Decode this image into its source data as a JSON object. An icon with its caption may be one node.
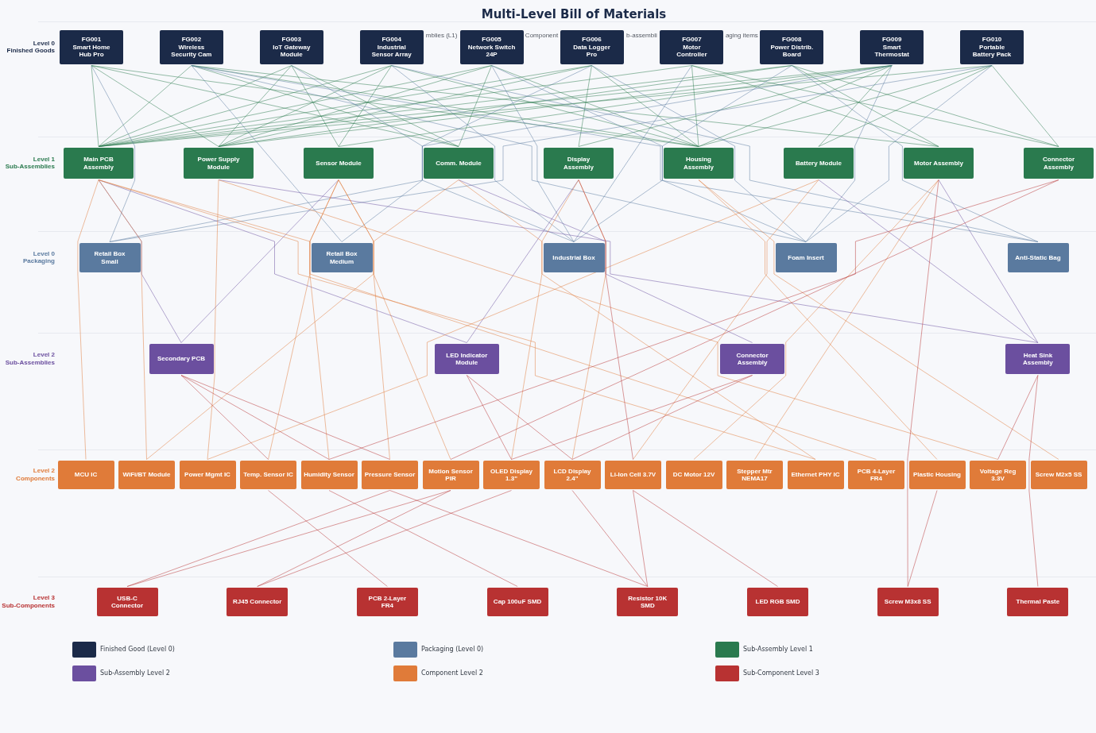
{
  "diagram": {
    "title": "Multi-Level Bill of Materials",
    "nodes": [
      {
        "text": [
          "FG001",
          "Smart Home Hub Pro"
        ]
      },
      {
        "text": [
          "FG002",
          "Wireless Security Cam"
        ]
      },
      {
        "text": [
          "FG003",
          "IoT Gateway Module"
        ]
      },
      {
        "text": [
          "FG004",
          "Industrial Sensor Array"
        ]
      },
      {
        "text": [
          "FG005",
          "Network Switch 24P"
        ]
      },
      {
        "text": [
          "FG006",
          "Data Logger Pro"
        ]
      },
      {
        "text": [
          "FG007",
          "Motor Controller"
        ]
      },
      {
        "text": [
          "FG008",
          "Power Distrib. Board"
        ]
      },
      {
        "text": [
          "FG009",
          "Smart Thermostat"
        ]
      },
      {
        "text": [
          "FG010",
          "Portable Battery Pack"
        ]
      },
      {
        "text": [
          "Main PCB Assembly"
        ]
      },
      {
        "text": [
          "Power Supply Module"
        ]
      },
      {
        "text": [
          "Sensor Module"
        ]
      },
      {
        "text": [
          "Comm. Module"
        ]
      },
      {
        "text": [
          "Display Assembly"
        ]
      },
      {
        "text": [
          "Housing Assembly"
        ]
      },
      {
        "text": [
          "Battery Module"
        ]
      },
      {
        "text": [
          "Motor Assembly"
        ]
      },
      {
        "text": [
          "Connector Assembly"
        ]
      },
      {
        "text": [
          "Retail Box Small"
        ]
      },
      {
        "text": [
          "Retail Box Medium"
        ]
      },
      {
        "text": [
          "Industrial Box"
        ]
      },
      {
        "text": [
          "Foam Insert"
        ]
      },
      {
        "text": [
          "Anti-Static Bag"
        ]
      },
      {
        "text": [
          "Secondary PCB"
        ]
      },
      {
        "text": [
          "LED Indicator Module"
        ]
      },
      {
        "text": [
          "Connector Assembly"
        ]
      },
      {
        "text": [
          "Heat Sink Assembly"
        ]
      },
      {
        "text": [
          "MCU IC"
        ]
      },
      {
        "text": [
          "WiFi/BT Module"
        ]
      },
      {
        "text": [
          "Power Mgmt IC"
        ]
      },
      {
        "text": [
          "Temp. Sensor IC"
        ]
      },
      {
        "text": [
          "Humidity Sensor"
        ]
      },
      {
        "text": [
          "Pressure Sensor"
        ]
      },
      {
        "text": [
          "Motion Sensor PIR"
        ]
      },
      {
        "text": [
          "OLED Display 1.3\""
        ]
      },
      {
        "text": [
          "LCD Display 2.4\""
        ]
      },
      {
        "text": [
          "Li-Ion Cell 3.7V"
        ]
      },
      {
        "text": [
          "DC Motor 12V"
        ]
      },
      {
        "text": [
          "Stepper Mtr NEMA17"
        ]
      },
      {
        "text": [
          "Ethernet PHY IC"
        ]
      },
      {
        "text": [
          "PCB 4-Layer FR4"
        ]
      },
      {
        "text": [
          "Plastic Housing"
        ]
      },
      {
        "text": [
          "Voltage Reg 3.3V"
        ]
      },
      {
        "text": [
          "Screw M2x5 SS"
        ]
      },
      {
        "text": [
          "USB-C Connector"
        ]
      },
      {
        "text": [
          "RJ45 Connector"
        ]
      },
      {
        "text": [
          "PCB 2-Layer FR4"
        ]
      },
      {
        "text": [
          "Cap 100uF SMD"
        ]
      },
      {
        "text": [
          "Resistor 10K SMD"
        ]
      },
      {
        "text": [
          "LED RGB SMD"
        ]
      },
      {
        "text": [
          "Screw M3x8 SS"
        ]
      },
      {
        "text": [
          "Thermal Paste"
        ]
      }
    ],
    "edges": [
      {
        "from": 0,
        "to": 10,
        "arrow": "none"
      },
      {
        "from": 0,
        "to": 11,
        "arrow": "none"
      },
      {
        "from": 0,
        "to": 13,
        "arrow": "none"
      },
      {
        "from": 0,
        "to": 15,
        "arrow": "none"
      },
      {
        "from": 1,
        "to": 10,
        "arrow": "none"
      },
      {
        "from": 1,
        "to": 13,
        "arrow": "none"
      },
      {
        "from": 1,
        "to": 15,
        "arrow": "none"
      },
      {
        "from": 1,
        "to": 17,
        "arrow": "none"
      },
      {
        "from": 2,
        "to": 10,
        "arrow": "none"
      },
      {
        "from": 2,
        "to": 11,
        "arrow": "none"
      },
      {
        "from": 2,
        "to": 12,
        "arrow": "none"
      },
      {
        "from": 2,
        "to": 13,
        "arrow": "none"
      },
      {
        "from": 3,
        "to": 10,
        "arrow": "none"
      },
      {
        "from": 3,
        "to": 11,
        "arrow": "none"
      },
      {
        "from": 3,
        "to": 12,
        "arrow": "none"
      },
      {
        "from": 3,
        "to": 15,
        "arrow": "none"
      },
      {
        "from": 4,
        "to": 10,
        "arrow": "none"
      },
      {
        "from": 4,
        "to": 11,
        "arrow": "none"
      },
      {
        "from": 4,
        "to": 13,
        "arrow": "none"
      },
      {
        "from": 4,
        "to": 15,
        "arrow": "none"
      },
      {
        "from": 5,
        "to": 10,
        "arrow": "none"
      },
      {
        "from": 5,
        "to": 11,
        "arrow": "none"
      },
      {
        "from": 5,
        "to": 14,
        "arrow": "none"
      },
      {
        "from": 5,
        "to": 15,
        "arrow": "none"
      },
      {
        "from": 6,
        "to": 10,
        "arrow": "none"
      },
      {
        "from": 6,
        "to": 15,
        "arrow": "none"
      },
      {
        "from": 6,
        "to": 17,
        "arrow": "none"
      },
      {
        "from": 6,
        "to": 18,
        "arrow": "none"
      },
      {
        "from": 7,
        "to": 10,
        "arrow": "none"
      },
      {
        "from": 7,
        "to": 11,
        "arrow": "none"
      },
      {
        "from": 7,
        "to": 17,
        "arrow": "none"
      },
      {
        "from": 7,
        "to": 18,
        "arrow": "none"
      },
      {
        "from": 8,
        "to": 10,
        "arrow": "none"
      },
      {
        "from": 8,
        "to": 11,
        "arrow": "none"
      },
      {
        "from": 8,
        "to": 12,
        "arrow": "none"
      },
      {
        "from": 8,
        "to": 14,
        "arrow": "none"
      },
      {
        "from": 8,
        "to": 15,
        "arrow": "none"
      },
      {
        "from": 8,
        "to": 16,
        "arrow": "none"
      },
      {
        "from": 9,
        "to": 10,
        "arrow": "none"
      },
      {
        "from": 9,
        "to": 15,
        "arrow": "none"
      },
      {
        "from": 9,
        "to": 16,
        "arrow": "none"
      },
      {
        "from": 9,
        "to": 18,
        "arrow": "none"
      },
      {
        "from": 0,
        "to": 19,
        "arrow": "none",
        "color": "#5a7a9f"
      },
      {
        "from": 1,
        "to": 20,
        "arrow": "none",
        "color": "#5a7a9f"
      },
      {
        "from": 1,
        "to": 22,
        "arrow": "none",
        "color": "#5a7a9f"
      },
      {
        "from": 1,
        "to": 23,
        "arrow": "none",
        "color": "#5a7a9f"
      },
      {
        "from": 2,
        "to": 21,
        "arrow": "none",
        "color": "#5a7a9f"
      },
      {
        "from": 3,
        "to": 21,
        "arrow": "none",
        "color": "#5a7a9f"
      },
      {
        "from": 3,
        "to": 23,
        "arrow": "none",
        "color": "#5a7a9f"
      },
      {
        "from": 4,
        "to": 21,
        "arrow": "none",
        "color": "#5a7a9f"
      },
      {
        "from": 4,
        "to": 22,
        "arrow": "none",
        "color": "#5a7a9f"
      },
      {
        "from": 5,
        "to": 20,
        "arrow": "none",
        "color": "#5a7a9f"
      },
      {
        "from": 5,
        "to": 22,
        "arrow": "none",
        "color": "#5a7a9f"
      },
      {
        "from": 6,
        "to": 21,
        "arrow": "none",
        "color": "#5a7a9f"
      },
      {
        "from": 7,
        "to": 21,
        "arrow": "none",
        "color": "#5a7a9f"
      },
      {
        "from": 7,
        "to": 23,
        "arrow": "none",
        "color": "#5a7a9f"
      },
      {
        "from": 8,
        "to": 19,
        "arrow": "none",
        "color": "#5a7a9f"
      },
      {
        "from": 8,
        "to": 22,
        "arrow": "none",
        "color": "#5a7a9f"
      },
      {
        "from": 9,
        "to": 19,
        "arrow": "none",
        "color": "#5a7a9f"
      },
      {
        "from": 9,
        "to": 22,
        "arrow": "none",
        "color": "#5a7a9f"
      },
      {
        "from": 10,
        "to": 24,
        "arrow": "none",
        "color": "#6b4f9f"
      },
      {
        "from": 12,
        "to": 24,
        "arrow": "none",
        "color": "#6b4f9f"
      },
      {
        "from": 10,
        "to": 25,
        "arrow": "none",
        "color": "#6b4f9f"
      },
      {
        "from": 14,
        "to": 25,
        "arrow": "none",
        "color": "#6b4f9f"
      },
      {
        "from": 13,
        "to": 26,
        "arrow": "none",
        "color": "#6b4f9f"
      },
      {
        "from": 11,
        "to": 27,
        "arrow": "none",
        "color": "#6b4f9f"
      },
      {
        "from": 16,
        "to": 27,
        "arrow": "none",
        "color": "#6b4f9f"
      },
      {
        "from": 17,
        "to": 27,
        "arrow": "none",
        "color": "#6b4f9f"
      },
      {
        "from": 10,
        "to": 28,
        "arrow": "none",
        "color": "#e07b39"
      },
      {
        "from": 10,
        "to": 29,
        "arrow": "none",
        "color": "#e07b39"
      },
      {
        "from": 13,
        "to": 29,
        "arrow": "none",
        "color": "#e07b39"
      },
      {
        "from": 11,
        "to": 30,
        "arrow": "none",
        "color": "#e07b39"
      },
      {
        "from": 16,
        "to": 30,
        "arrow": "none",
        "color": "#e07b39"
      },
      {
        "from": 12,
        "to": 31,
        "arrow": "none",
        "color": "#e07b39"
      },
      {
        "from": 12,
        "to": 32,
        "arrow": "none",
        "color": "#e07b39"
      },
      {
        "from": 12,
        "to": 33,
        "arrow": "none",
        "color": "#e07b39"
      },
      {
        "from": 12,
        "to": 34,
        "arrow": "none",
        "color": "#e07b39"
      },
      {
        "from": 14,
        "to": 35,
        "arrow": "none",
        "color": "#e07b39"
      },
      {
        "from": 14,
        "to": 36,
        "arrow": "none",
        "color": "#e07b39"
      },
      {
        "from": 16,
        "to": 37,
        "arrow": "none",
        "color": "#e07b39"
      },
      {
        "from": 17,
        "to": 38,
        "arrow": "none",
        "color": "#e07b39"
      },
      {
        "from": 17,
        "to": 39,
        "arrow": "none",
        "color": "#e07b39"
      },
      {
        "from": 13,
        "to": 40,
        "arrow": "none",
        "color": "#e07b39"
      },
      {
        "from": 10,
        "to": 40,
        "arrow": "none",
        "color": "#e07b39"
      },
      {
        "from": 10,
        "to": 41,
        "arrow": "none",
        "color": "#e07b39"
      },
      {
        "from": 15,
        "to": 42,
        "arrow": "none",
        "color": "#e07b39"
      },
      {
        "from": 11,
        "to": 43,
        "arrow": "none",
        "color": "#e07b39"
      },
      {
        "from": 15,
        "to": 44,
        "arrow": "none",
        "color": "#e07b39"
      },
      {
        "from": 24,
        "to": 31,
        "arrow": "none",
        "color": "#b83232"
      },
      {
        "from": 24,
        "to": 32,
        "arrow": "none",
        "color": "#b83232"
      },
      {
        "from": 24,
        "to": 33,
        "arrow": "none",
        "color": "#b83232"
      },
      {
        "from": 18,
        "to": 32,
        "arrow": "none",
        "color": "#b83232"
      },
      {
        "from": 18,
        "to": 34,
        "arrow": "none",
        "color": "#b83232"
      },
      {
        "from": 25,
        "to": 35,
        "arrow": "none",
        "color": "#b83232"
      },
      {
        "from": 25,
        "to": 36,
        "arrow": "none",
        "color": "#b83232"
      },
      {
        "from": 26,
        "to": 35,
        "arrow": "none",
        "color": "#b83232"
      },
      {
        "from": 26,
        "to": 36,
        "arrow": "none",
        "color": "#b83232"
      },
      {
        "from": 14,
        "to": 37,
        "arrow": "none",
        "color": "#b83232"
      },
      {
        "from": 27,
        "to": 43,
        "arrow": "none",
        "color": "#b83232"
      },
      {
        "from": 17,
        "to": 51,
        "arrow": "none",
        "color": "#b83232"
      },
      {
        "from": 27,
        "to": 52,
        "arrow": "none",
        "color": "#b83232"
      },
      {
        "from": 33,
        "to": 45,
        "arrow": "none",
        "color": "#b83232"
      },
      {
        "from": 34,
        "to": 45,
        "arrow": "none",
        "color": "#b83232"
      },
      {
        "from": 34,
        "to": 46,
        "arrow": "none",
        "color": "#b83232"
      },
      {
        "from": 35,
        "to": 46,
        "arrow": "none",
        "color": "#b83232"
      },
      {
        "from": 31,
        "to": 47,
        "arrow": "none",
        "color": "#b83232"
      },
      {
        "from": 32,
        "to": 48,
        "arrow": "none",
        "color": "#b83232"
      },
      {
        "from": 33,
        "to": 49,
        "arrow": "none",
        "color": "#b83232"
      },
      {
        "from": 36,
        "to": 49,
        "arrow": "none",
        "color": "#b83232"
      },
      {
        "from": 37,
        "to": 49,
        "arrow": "none",
        "color": "#b83232"
      },
      {
        "from": 37,
        "to": 50,
        "arrow": "none",
        "color": "#b83232"
      },
      {
        "from": 42,
        "to": 51,
        "arrow": "none",
        "color": "#b83232"
      }
    ],
    "labels": [
      "mblies (L1)",
      "Component",
      "b-assembli",
      "aging items",
      "Level 0 Finished Goods",
      "Level 1 Sub-Assemblies",
      "Level 0 Packaging",
      "Level 2 Sub-Assemblies",
      "Level 2 Components",
      "Level 3 Sub-Components"
    ],
    "legend": [
      {
        "text": "Finished Good (Level 0)",
        "color": "#1b2a48"
      },
      {
        "text": "Packaging (Level 0)",
        "color": "#5a7a9f"
      },
      {
        "text": "Sub-Assembly Level 1",
        "color": "#2a7a4e"
      },
      {
        "text": "Sub-Assembly Level 2",
        "color": "#6b4f9f"
      },
      {
        "text": "Component Level 2",
        "color": "#e07b39"
      },
      {
        "text": "Sub-Component Level 3",
        "color": "#b83232"
      }
    ]
  }
}
